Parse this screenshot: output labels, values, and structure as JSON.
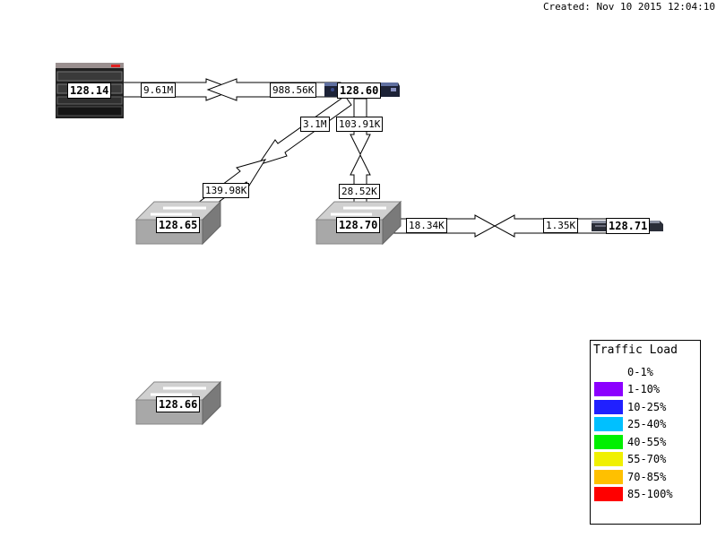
{
  "created": "Created: Nov 10 2015 12:04:10",
  "nodes": {
    "n14": "128.14",
    "n60": "128.60",
    "n65": "128.65",
    "n70": "128.70",
    "n71": "128.71",
    "n66": "128.66"
  },
  "links": {
    "l14_60_a": "9.61M",
    "l14_60_b": "988.56K",
    "l60_65_a": "3.1M",
    "l60_65_b": "139.98K",
    "l60_70_a": "103.91K",
    "l60_70_b": "28.52K",
    "l70_71_a": "18.34K",
    "l70_71_b": "1.35K"
  },
  "legend": {
    "title": "Traffic Load",
    "items": [
      {
        "label": "0-1%",
        "color": "#ffffff"
      },
      {
        "label": "1-10%",
        "color": "#8c00ff"
      },
      {
        "label": "10-25%",
        "color": "#2020ff"
      },
      {
        "label": "25-40%",
        "color": "#00c0ff"
      },
      {
        "label": "40-55%",
        "color": "#00f000"
      },
      {
        "label": "55-70%",
        "color": "#f0f000"
      },
      {
        "label": "70-85%",
        "color": "#ffc000"
      },
      {
        "label": "85-100%",
        "color": "#ff0000"
      }
    ]
  }
}
